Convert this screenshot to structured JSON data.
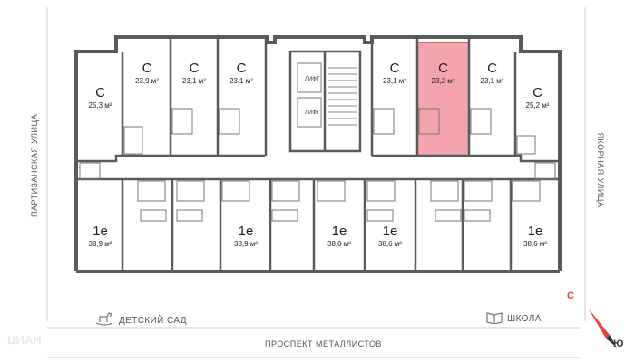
{
  "streets": {
    "left": "ПАРТИЗАНСКАЯ УЛИЦА",
    "right": "ЯКОРНАЯ УЛИЦА",
    "bottom": "ПРОСПЕКТ МЕТАЛЛИСТОВ"
  },
  "lift_label": "ЛИФТ",
  "landmarks": {
    "kindergarten": "ДЕТСКИЙ САД",
    "school": "ШКОЛА"
  },
  "compass": {
    "north": "С",
    "south": "Ю",
    "accent": "#e0453c"
  },
  "watermark": "ЦИАН",
  "highlight_color": "#f2a3ac",
  "apartments_top": [
    {
      "type": "С",
      "area": "25,3 м²"
    },
    {
      "type": "С",
      "area": "23,9 м²"
    },
    {
      "type": "С",
      "area": "23,1 м²"
    },
    {
      "type": "С",
      "area": "23,1 м²"
    },
    {
      "type": "С",
      "area": "23,1 м²"
    },
    {
      "type": "С",
      "area": "23,2 м²",
      "highlighted": true
    },
    {
      "type": "С",
      "area": "23,1 м²"
    },
    {
      "type": "С",
      "area": "25,2 м²"
    }
  ],
  "apartments_bottom": [
    {
      "type": "1е",
      "area": "38,9 м²"
    },
    {
      "type": "1е",
      "area": "38,9 м²"
    },
    {
      "type": "1е",
      "area": "38,0 м²"
    },
    {
      "type": "1е",
      "area": "38,6 м²"
    },
    {
      "type": "1е",
      "area": "38,6 м²"
    }
  ]
}
